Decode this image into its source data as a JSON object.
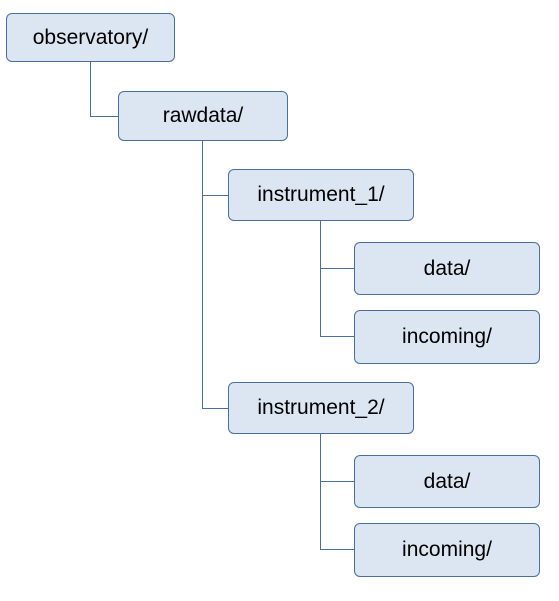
{
  "diagram": {
    "type": "directory-tree",
    "line_color": "#4a6f9c",
    "node_fill": "#dce6f2",
    "node_border": "#4a6f9c",
    "nodes": [
      {
        "id": "observatory",
        "label": "observatory/",
        "parent": null
      },
      {
        "id": "rawdata",
        "label": "rawdata/",
        "parent": "observatory"
      },
      {
        "id": "instrument_1",
        "label": "instrument_1/",
        "parent": "rawdata"
      },
      {
        "id": "instrument_1_data",
        "label": "data/",
        "parent": "instrument_1"
      },
      {
        "id": "instrument_1_incoming",
        "label": "incoming/",
        "parent": "instrument_1"
      },
      {
        "id": "instrument_2",
        "label": "instrument_2/",
        "parent": "rawdata"
      },
      {
        "id": "instrument_2_data",
        "label": "data/",
        "parent": "instrument_2"
      },
      {
        "id": "instrument_2_incoming",
        "label": "incoming/",
        "parent": "instrument_2"
      }
    ]
  }
}
